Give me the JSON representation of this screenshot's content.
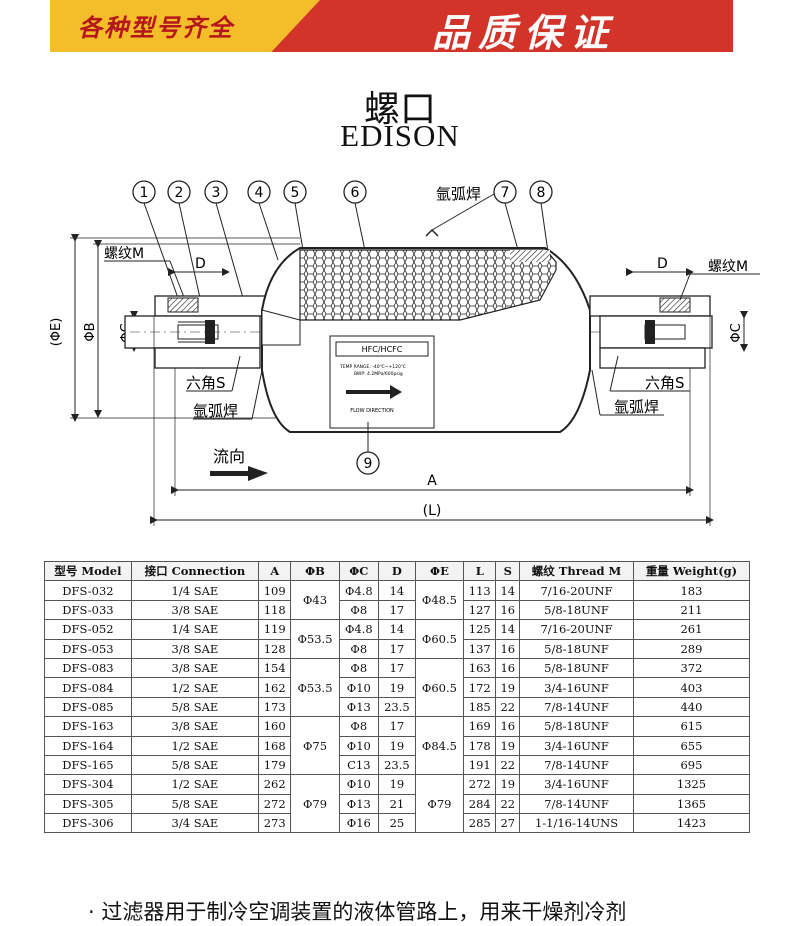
{
  "banner": {
    "left_text": "各种型号齐全",
    "right_text": "品质保证",
    "left_color": "#f4bd2a",
    "right_color": "#d2342a"
  },
  "title": {
    "cn": "螺口",
    "en": "EDISON"
  },
  "diagram": {
    "callouts": [
      "1",
      "2",
      "3",
      "4",
      "5",
      "6",
      "7",
      "8",
      "9"
    ],
    "argon_weld_top": "氩弧焊",
    "thread_m_left": "螺纹M",
    "thread_m_right": "螺纹M",
    "dim_d_left": "D",
    "dim_d_right": "D",
    "dim_phi_e": "(ΦE)",
    "dim_phi_b": "ΦB",
    "dim_phi_c_left": "ΦC",
    "dim_phi_c_right": "ΦC",
    "hex_s_left": "六角S",
    "hex_s_right": "六角S",
    "argon_weld_left": "氩弧焊",
    "argon_weld_right": "氩弧焊",
    "flow_label": "流向",
    "dim_a": "A",
    "dim_l": "(L)",
    "label_hfc": "HFC/HCFC",
    "label_temp": "TEMP RANGE: -40℃~+120℃",
    "label_pressure": "BWP: 4.2MPa/600psig",
    "label_flow": "FLOW DIRECTION"
  },
  "table": {
    "headers": [
      "型号 Model",
      "接口 Connection",
      "A",
      "ΦB",
      "ΦC",
      "D",
      "ΦE",
      "L",
      "S",
      "螺纹 Thread  M",
      "重量 Weight(g)"
    ],
    "rows": [
      {
        "model": "DFS-032",
        "conn": "1/4 SAE",
        "a": "109",
        "c": "Φ4.8",
        "d": "14",
        "l": "113",
        "s": "14",
        "thread": "7/16-20UNF",
        "weight": "183"
      },
      {
        "model": "DFS-033",
        "conn": "3/8 SAE",
        "a": "118",
        "c": "Φ8",
        "d": "17",
        "l": "127",
        "s": "16",
        "thread": "5/8-18UNF",
        "weight": "211"
      },
      {
        "model": "DFS-052",
        "conn": "1/4 SAE",
        "a": "119",
        "c": "Φ4.8",
        "d": "14",
        "l": "125",
        "s": "14",
        "thread": "7/16-20UNF",
        "weight": "261"
      },
      {
        "model": "DFS-053",
        "conn": "3/8 SAE",
        "a": "128",
        "c": "Φ8",
        "d": "17",
        "l": "137",
        "s": "16",
        "thread": "5/8-18UNF",
        "weight": "289"
      },
      {
        "model": "DFS-083",
        "conn": "3/8 SAE",
        "a": "154",
        "c": "Φ8",
        "d": "17",
        "l": "163",
        "s": "16",
        "thread": "5/8-18UNF",
        "weight": "372"
      },
      {
        "model": "DFS-084",
        "conn": "1/2 SAE",
        "a": "162",
        "c": "Φ10",
        "d": "19",
        "l": "172",
        "s": "19",
        "thread": "3/4-16UNF",
        "weight": "403"
      },
      {
        "model": "DFS-085",
        "conn": "5/8 SAE",
        "a": "173",
        "c": "Φ13",
        "d": "23.5",
        "l": "185",
        "s": "22",
        "thread": "7/8-14UNF",
        "weight": "440"
      },
      {
        "model": "DFS-163",
        "conn": "3/8 SAE",
        "a": "160",
        "c": "Φ8",
        "d": "17",
        "l": "169",
        "s": "16",
        "thread": "5/8-18UNF",
        "weight": "615"
      },
      {
        "model": "DFS-164",
        "conn": "1/2 SAE",
        "a": "168",
        "c": "Φ10",
        "d": "19",
        "l": "178",
        "s": "19",
        "thread": "3/4-16UNF",
        "weight": "655"
      },
      {
        "model": "DFS-165",
        "conn": "5/8 SAE",
        "a": "179",
        "c": "C13",
        "d": "23.5",
        "l": "191",
        "s": "22",
        "thread": "7/8-14UNF",
        "weight": "695"
      },
      {
        "model": "DFS-304",
        "conn": "1/2 SAE",
        "a": "262",
        "c": "Φ10",
        "d": "19",
        "l": "272",
        "s": "19",
        "thread": "3/4-16UNF",
        "weight": "1325"
      },
      {
        "model": "DFS-305",
        "conn": "5/8 SAE",
        "a": "272",
        "c": "Φ13",
        "d": "21",
        "l": "284",
        "s": "22",
        "thread": "7/8-14UNF",
        "weight": "1365"
      },
      {
        "model": "DFS-306",
        "conn": "3/4 SAE",
        "a": "273",
        "c": "Φ16",
        "d": "25",
        "l": "285",
        "s": "27",
        "thread": "1-1/16-14UNS",
        "weight": "1423"
      }
    ],
    "merged_b": [
      "Φ43",
      "Φ53.5",
      "Φ53.5",
      "Φ75",
      "Φ79"
    ],
    "merged_e": [
      "Φ48.5",
      "Φ60.5",
      "Φ60.5",
      "Φ84.5",
      "Φ79"
    ]
  },
  "footer": {
    "text": "· 过滤器用于制冷空调装置的液体管路上，用来干燥剂冷剂"
  }
}
